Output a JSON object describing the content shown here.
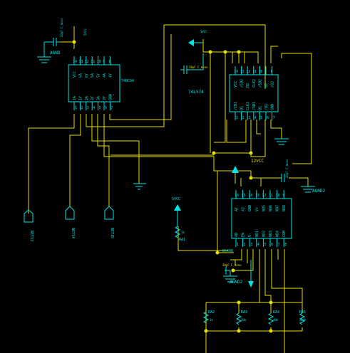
{
  "chips": {
    "u74hc04": {
      "name": "74HC04",
      "pins_top": [
        "14",
        "13",
        "12",
        "11",
        "10",
        "9",
        "8"
      ],
      "pins_bottom": [
        "1",
        "2",
        "3",
        "4",
        "5",
        "6",
        "7"
      ],
      "labels_top": [
        "VCC",
        "6A",
        "6Y",
        "5A",
        "5Y",
        "4A",
        "4Y"
      ],
      "labels_bottom": [
        "1A",
        "1Y",
        "2A",
        "2Y",
        "3A",
        "3Y",
        "GND"
      ]
    },
    "u74ls74": {
      "name": "74LS74",
      "pins_top": [
        "14",
        "13",
        "12",
        "11",
        "10",
        "9",
        "8"
      ],
      "pins_bottom": [
        "1",
        "2",
        "3",
        "4",
        "5",
        "6",
        "7"
      ],
      "labels_top": [
        "VCC",
        "/CD2",
        "D2",
        "CLK2",
        "/SD2",
        "Q2",
        "/Q2"
      ],
      "labels_bottom": [
        "/CD1",
        "D1",
        "CLK1",
        "/SD1",
        "Q1",
        "/Q1",
        "GND"
      ]
    },
    "u_dg408": {
      "name": "DG408",
      "pins_top": [
        "16",
        "15",
        "14",
        "13",
        "12",
        "11",
        "10",
        "9"
      ],
      "pins_bottom": [
        "1",
        "2",
        "3",
        "4",
        "5",
        "6",
        "7",
        "8"
      ],
      "labels_top": [
        "A1",
        "A2",
        "GND",
        "V+",
        "NO5",
        "NO6",
        "NO7",
        "NO8"
      ],
      "labels_bottom": [
        "A0",
        "EN",
        "V-",
        "NO1",
        "NO2",
        "NO3",
        "NO4",
        "COM"
      ]
    }
  },
  "capacitors": {
    "c1": "20pF C_mono",
    "c2": "20pF C_mono",
    "c3": "20pF C_mono",
    "c4": "20pF C_mono"
  },
  "power": {
    "gnd1": "AGND",
    "gnd2": "AGND2",
    "gnd3": "AGND2",
    "v5_1": "5VCC",
    "v5_2": "5VCC",
    "v5_3": "5VCC",
    "v12": "12VCC"
  },
  "nets": [
    "NET13",
    "NET14",
    "NET15"
  ],
  "resistors": [
    {
      "ref": "RA1",
      "value": "1k"
    },
    {
      "ref": "RA2",
      "value": "1k"
    },
    {
      "ref": "RA3",
      "value": "20k"
    },
    {
      "ref": "RA4",
      "value": "40k"
    },
    {
      "ref": "RA5",
      "value": "200k"
    }
  ]
}
